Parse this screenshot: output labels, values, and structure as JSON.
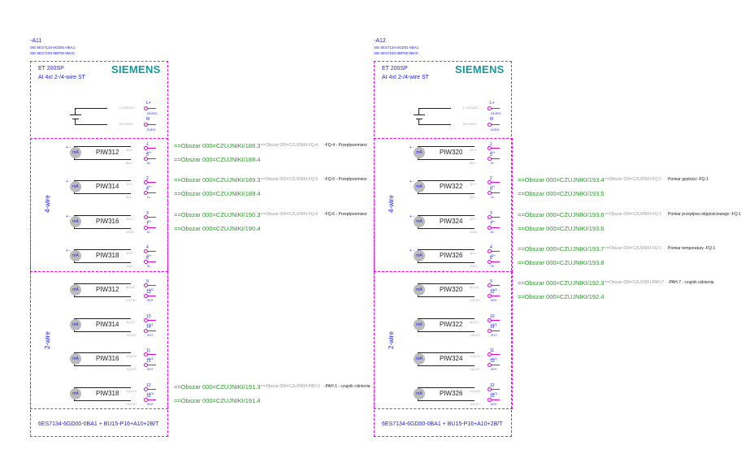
{
  "modules": [
    {
      "id": "-A11",
      "order_codes": [
        "SIE.6ES7134-6GD01-0BA1",
        "SIE.6ES7193-6BP00-0BA0"
      ],
      "title": "ET 200SP",
      "subtitle": "AI 4xI 2-/4-wire ST",
      "logo": "SIEMENS",
      "power": [
        {
          "wire": "L+/24VDC",
          "name": "L+",
          "label": "24VDC"
        },
        {
          "wire": "M/24VDC",
          "name": "M",
          "label": "0VDC"
        }
      ],
      "wire_labels": [
        "4-wire",
        "2-wire"
      ],
      "rows": [
        {
          "piw": "PIW312",
          "top_num": "1",
          "top_lab": "I0+",
          "top_tiny": "0|I0+",
          "bot_num": "5",
          "bot_lab": "I0-",
          "bot_tiny": "8|I0-"
        },
        {
          "piw": "PIW314",
          "top_num": "2",
          "top_lab": "I1+",
          "top_tiny": "1|I1+",
          "bot_num": "6",
          "bot_lab": "I1-",
          "bot_tiny": "9|I1-"
        },
        {
          "piw": "PIW316",
          "top_num": "3",
          "top_lab": "I2+",
          "top_tiny": "2|I2+",
          "bot_num": "7",
          "bot_lab": "I2-",
          "bot_tiny": "10|I2-"
        },
        {
          "piw": "PIW318",
          "top_num": "4",
          "top_lab": "I3+",
          "top_tiny": "3|I3+",
          "bot_num": "8",
          "bot_lab": "I3-",
          "bot_tiny": "11|I3-"
        },
        {
          "piw": "PIW312",
          "top_num": "9",
          "top_lab": "UV0",
          "top_tiny": "8|UV0",
          "bot_num": "13",
          "bot_lab": "2I0+",
          "bot_tiny": "12|2I0+"
        },
        {
          "piw": "PIW314",
          "top_num": "10",
          "top_lab": "UV1",
          "top_tiny": "9|UV1",
          "bot_num": "14",
          "bot_lab": "2I1+",
          "bot_tiny": "13|2I1+"
        },
        {
          "piw": "PIW316",
          "top_num": "11",
          "top_lab": "UV2",
          "top_tiny": "10|UV2",
          "bot_num": "15",
          "bot_lab": "2I2+",
          "bot_tiny": "14|2I2+"
        },
        {
          "piw": "PIW318",
          "top_num": "12",
          "top_lab": "UV3",
          "top_tiny": "11|UV3",
          "bot_num": "16",
          "bot_lab": "2I3+",
          "bot_tiny": "15|2I3+"
        }
      ],
      "refs": [
        {
          "row": 0,
          "ref1": "==Obszar 000=CZUJNIKI/188.3",
          "ref2": "==Obszar 000=CZUJNIKI/188.4",
          "device": "==Obszar 000=CZUJNIKI-FQ-4",
          "desc": "-FQ-4 - Przepływomierz"
        },
        {
          "row": 1,
          "ref1": "==Obszar 000=CZUJNIKI/189.3",
          "ref2": "==Obszar 000=CZUJNIKI/189.4",
          "device": "==Obszar 000=CZUJNIKI-FQ-5",
          "desc": "-FQ-5 - Przepływomierz"
        },
        {
          "row": 2,
          "ref1": "==Obszar 000=CZUJNIKI/190.3",
          "ref2": "==Obszar 000=CZUJNIKI/190.4",
          "device": "==Obszar 000=CZUJNIKI-FQ-6",
          "desc": "-FQ-6 - Przepływomierz"
        },
        {
          "row": 7,
          "ref1": "==Obszar 000=CZUJNIKI/191.3",
          "ref2": "==Obszar 000=CZUJNIKI/191.4",
          "device": "==Obszar 000=CZUJNIKI-PAH-1",
          "desc": "-PAH-1 - czujnik ciśnienia"
        }
      ],
      "footer": "6ES7134-6GD00-0BA1 + BU15-P16+A10+2B/T"
    },
    {
      "id": "-A12",
      "order_codes": [
        "SIE.6ES7134-6GD01-0BA1",
        "SIE.6ES7193-6BP00-0BA0"
      ],
      "title": "ET 200SP",
      "subtitle": "AI 4xI 2-/4-wire ST",
      "logo": "SIEMENS",
      "power": [
        {
          "wire": "L+/24VDC",
          "name": "L+",
          "label": "24VDC"
        },
        {
          "wire": "M/24VDC",
          "name": "M",
          "label": "0VDC"
        }
      ],
      "wire_labels": [
        "4-wire",
        "2-wire"
      ],
      "rows": [
        {
          "piw": "PIW320",
          "top_num": "1",
          "top_lab": "I0+",
          "top_tiny": "0|I0+",
          "bot_num": "5",
          "bot_lab": "I0-",
          "bot_tiny": "8|I0-"
        },
        {
          "piw": "PIW322",
          "top_num": "2",
          "top_lab": "I1+",
          "top_tiny": "1|I1+",
          "bot_num": "6",
          "bot_lab": "I1-",
          "bot_tiny": "9|I1-"
        },
        {
          "piw": "PIW324",
          "top_num": "3",
          "top_lab": "I2+",
          "top_tiny": "2|I2+",
          "bot_num": "7",
          "bot_lab": "I2-",
          "bot_tiny": "10|I2-"
        },
        {
          "piw": "PIW326",
          "top_num": "4",
          "top_lab": "I3+",
          "top_tiny": "3|I3+",
          "bot_num": "8",
          "bot_lab": "I3-",
          "bot_tiny": "11|I3-"
        },
        {
          "piw": "PIW320",
          "top_num": "9",
          "top_lab": "UV0",
          "top_tiny": "8|UV0",
          "bot_num": "13",
          "bot_lab": "2I0+",
          "bot_tiny": "12|2I0+"
        },
        {
          "piw": "PIW322",
          "top_num": "10",
          "top_lab": "UV1",
          "top_tiny": "9|UV1",
          "bot_num": "14",
          "bot_lab": "2I1+",
          "bot_tiny": "13|2I1+"
        },
        {
          "piw": "PIW324",
          "top_num": "11",
          "top_lab": "UV2",
          "top_tiny": "10|UV2",
          "bot_num": "15",
          "bot_lab": "2I2+",
          "bot_tiny": "14|2I2+"
        },
        {
          "piw": "PIW326",
          "top_num": "12",
          "top_lab": "UV3",
          "top_tiny": "11|UV3",
          "bot_num": "16",
          "bot_lab": "2I3+",
          "bot_tiny": "15|2I3+"
        }
      ],
      "refs": [
        {
          "row": 1,
          "ref1": "==Obszar 000=CZUJNIKI/193.4",
          "ref2": "==Obszar 000=CZUJNIKI/193.5",
          "device": "==Obszar 000=CZUJNIKI-FQ-1",
          "desc": "Pomiar gęstości -FQ-1"
        },
        {
          "row": 2,
          "ref1": "==Obszar 000=CZUJNIKI/193.6",
          "ref2": "==Obszar 000=CZUJNIKI/193.6",
          "device": "==Obszar 000=CZUJNIKI-FQ-1",
          "desc": "Pomiar przepływu objętościowego -FQ-1"
        },
        {
          "row": 3,
          "ref1": "==Obszar 000=CZUJNIKI/193.7",
          "ref2": "==Obszar 000=CZUJNIKI/193.8",
          "device": "==Obszar 000=CZUJNIKI-FQ-1",
          "desc": "Pomiar temperatury -FQ-1"
        },
        {
          "row": 4,
          "ref1": "==Obszar 000=CZUJNIKI/192.3",
          "ref2": "==Obszar 000=CZUJNIKI/192.4",
          "device": "==Obszar 000=CZUJNIKI-PAH-7",
          "desc": "-PAH-7 - czujnik ciśnienia"
        }
      ],
      "footer": "6ES7134-6GD00-0BA1 + BU15-P16+A10+2B/T"
    }
  ]
}
